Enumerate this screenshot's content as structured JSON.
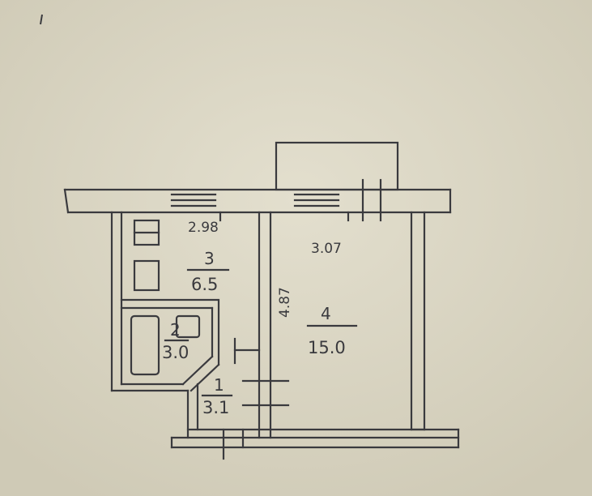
{
  "plan": {
    "dimensions": {
      "width_kitchen": "2.98",
      "width_room": "3.07",
      "length_room": "4.87"
    },
    "rooms": [
      {
        "number": "3",
        "area": "6.5"
      },
      {
        "number": "4",
        "area": "15.0"
      },
      {
        "number": "1",
        "area": "3.1"
      },
      {
        "number": "2",
        "area": "3.0"
      }
    ],
    "colors": {
      "paper": "#dcd8c6",
      "ink": "#3a3a3e"
    }
  }
}
